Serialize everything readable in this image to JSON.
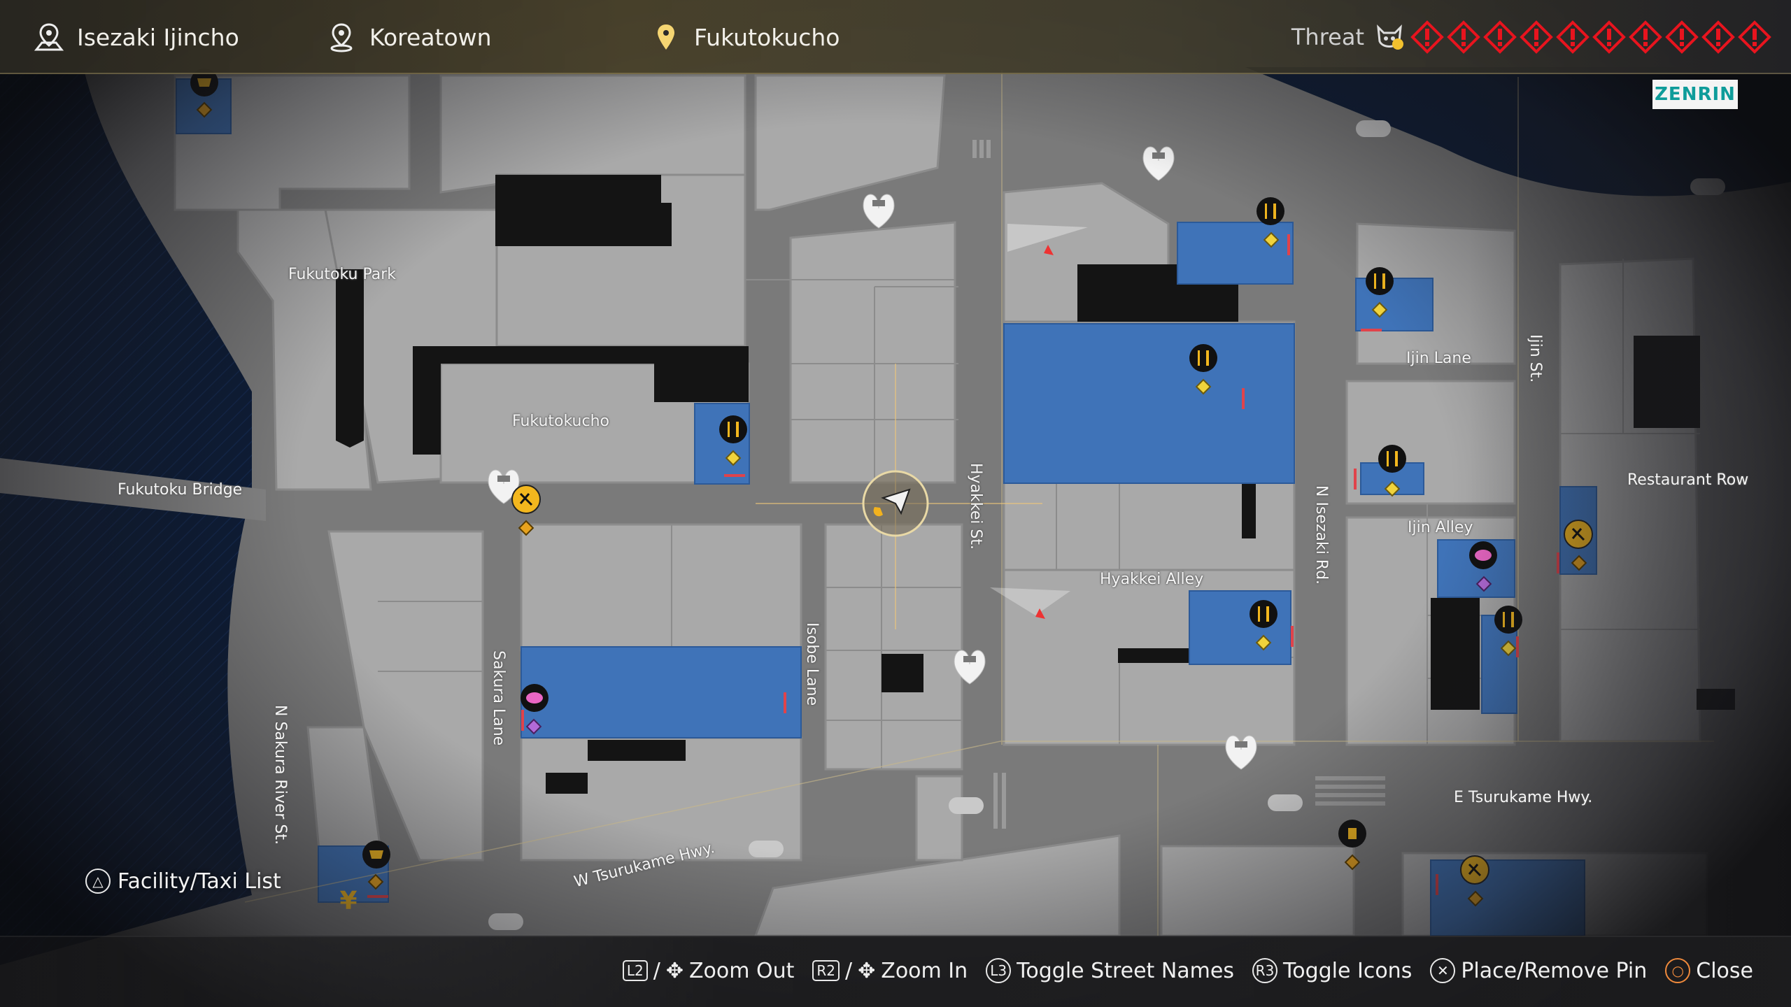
{
  "header": {
    "locations": [
      {
        "label": "Isezaki Ijincho",
        "icon": "district-map-icon"
      },
      {
        "label": "Koreatown",
        "icon": "area-pin-icon"
      },
      {
        "label": "Fukutokucho",
        "icon": "location-pin-icon"
      }
    ],
    "threat": {
      "label": "Threat",
      "icon": "threat-demon-icon",
      "pips": 10,
      "color": "#e8141e"
    }
  },
  "map": {
    "provider_badge": "ZENRIN",
    "streets": [
      {
        "name": "Fukutoku Park"
      },
      {
        "name": "Fukutokucho"
      },
      {
        "name": "Fukutoku Bridge"
      },
      {
        "name": "Hyakkei St."
      },
      {
        "name": "Hyakkei Alley"
      },
      {
        "name": "N Isezaki Rd."
      },
      {
        "name": "Ijin Lane"
      },
      {
        "name": "Ijin St."
      },
      {
        "name": "Ijin Alley"
      },
      {
        "name": "Restaurant Row"
      },
      {
        "name": "Sakura Lane"
      },
      {
        "name": "Isobe Lane"
      },
      {
        "name": "N Sakura River St."
      },
      {
        "name": "E Tsurukame Hwy."
      },
      {
        "name": "W Tsurukame Hwy."
      }
    ],
    "icons": {
      "restaurant": "fork-knife-icon",
      "shop": "shopping-cart-icon",
      "taxi": "taxi-pin-icon",
      "arcade": "gamepad-icon",
      "hostess": "hostess-club-icon",
      "bar": "drink-icon",
      "bank": "yen-icon",
      "player": "player-arrow-icon"
    },
    "colors": {
      "block": "#a8a8a8",
      "road": "#7c7c7c",
      "water": "#0c1b33",
      "facility": "#3f74b8",
      "accent": "#f0b21e"
    }
  },
  "footer": {
    "facility_list": {
      "button": "△",
      "label": "Facility/Taxi List"
    },
    "controls": [
      {
        "buttons": [
          "L2",
          "✥"
        ],
        "label": "Zoom Out"
      },
      {
        "buttons": [
          "R2",
          "✥"
        ],
        "label": "Zoom In"
      },
      {
        "buttons": [
          "L3"
        ],
        "label": "Toggle Street Names"
      },
      {
        "buttons": [
          "R3"
        ],
        "label": "Toggle Icons"
      },
      {
        "buttons": [
          "✕"
        ],
        "label": "Place/Remove Pin"
      },
      {
        "buttons": [
          "○"
        ],
        "label": "Close"
      }
    ]
  }
}
